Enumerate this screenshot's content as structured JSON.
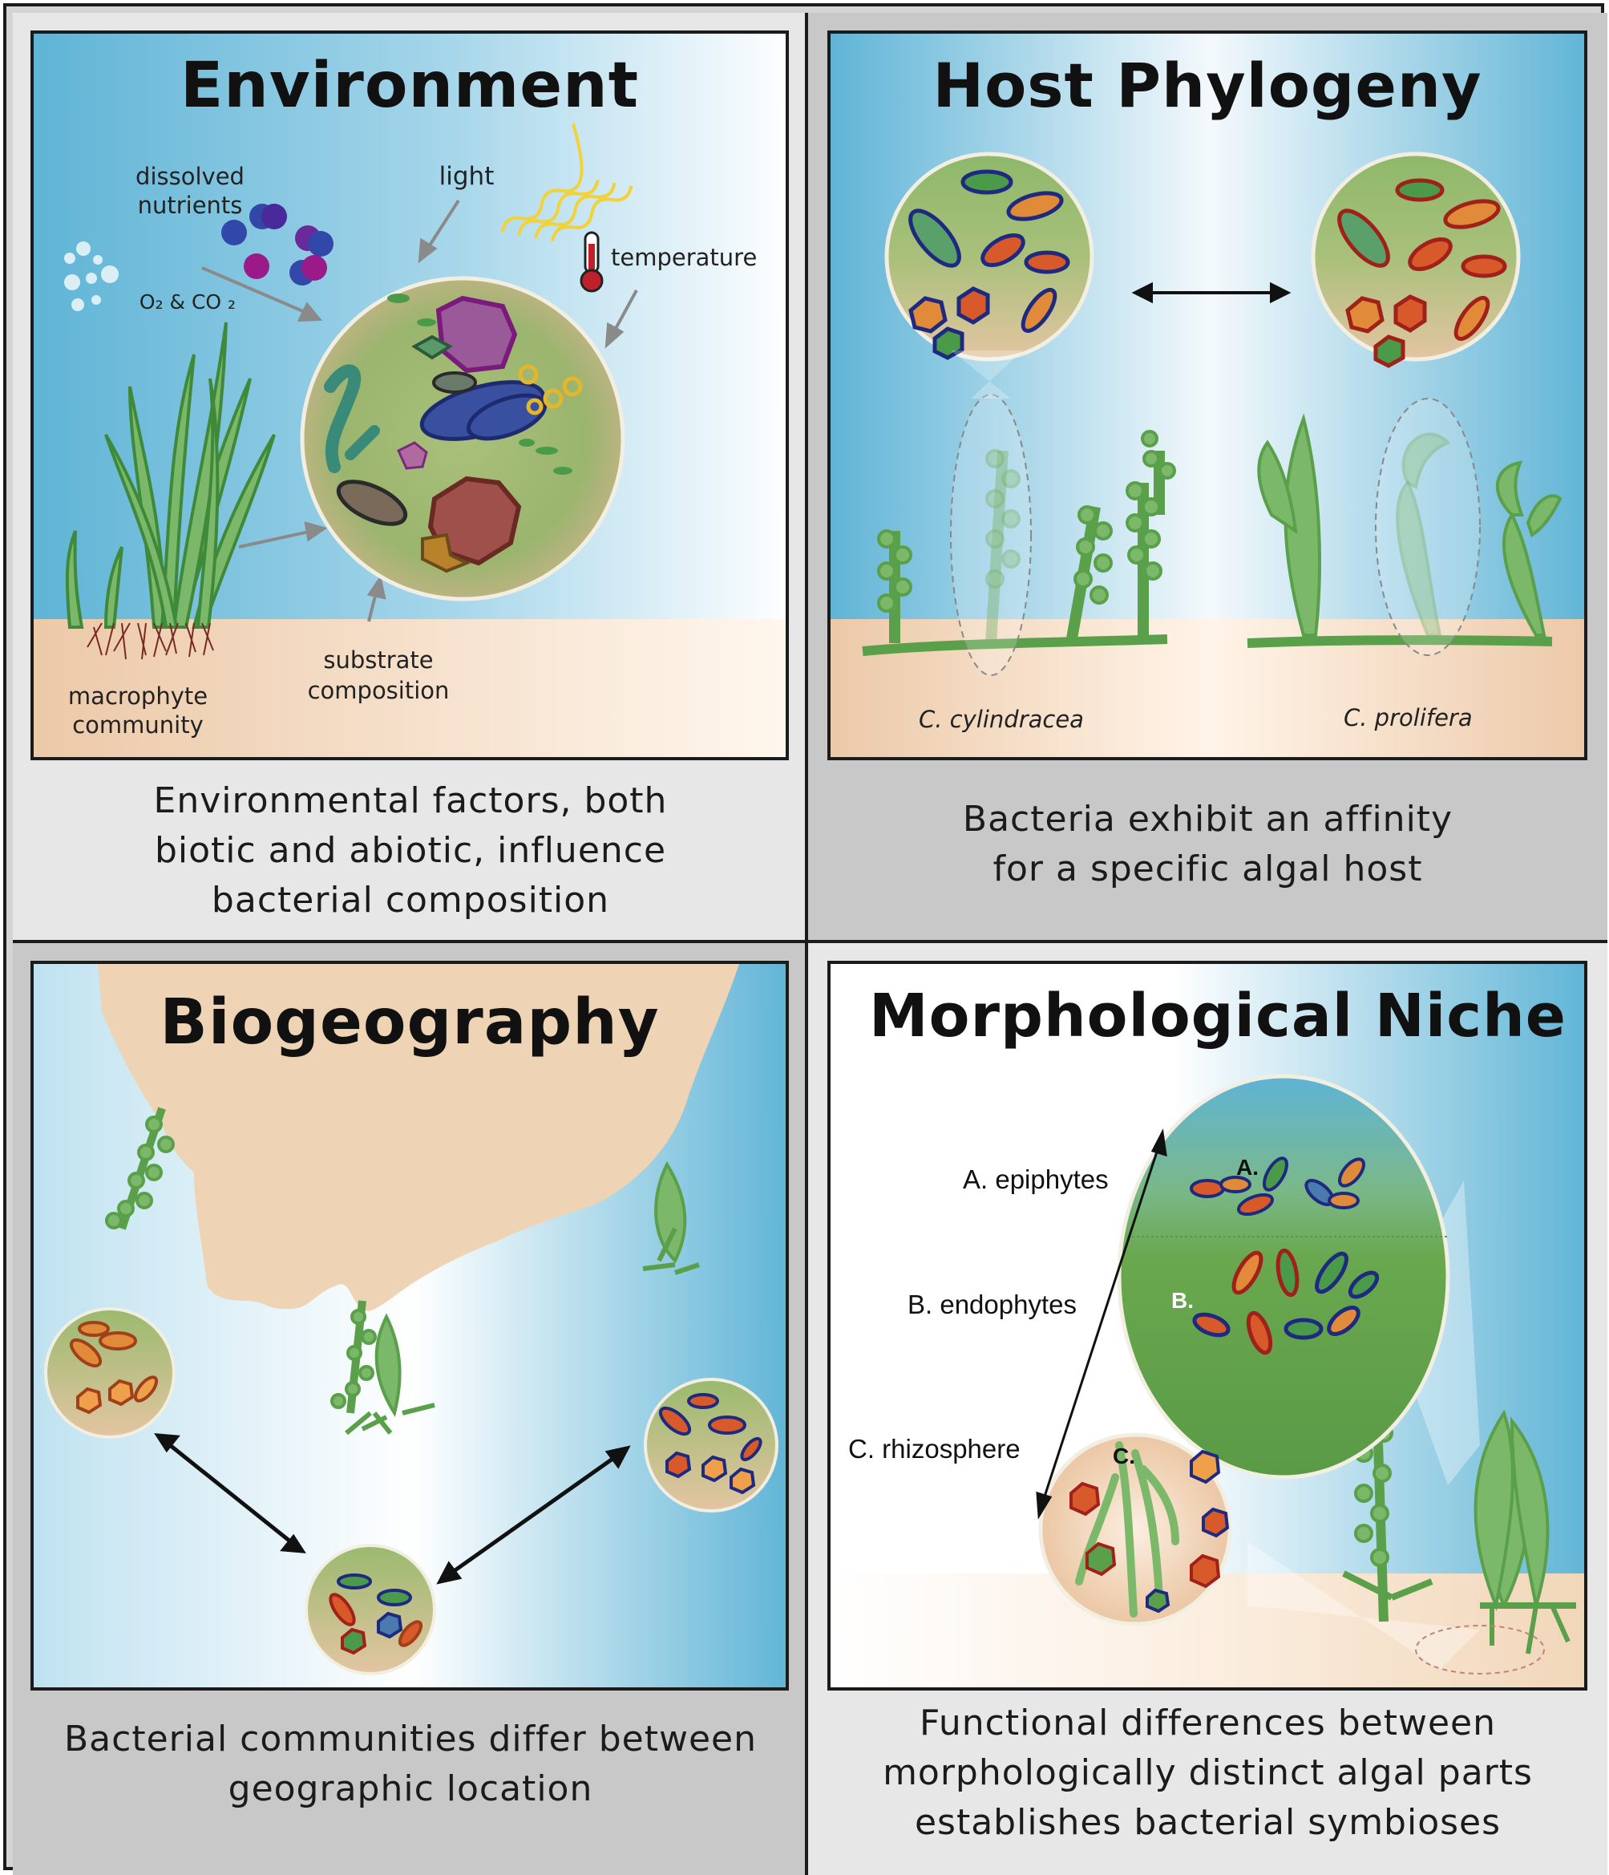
{
  "panels": {
    "environment": {
      "title": "Environment",
      "labels": {
        "dissolved_1": "dissolved",
        "dissolved_2": "nutrients",
        "gases": "O₂ & CO ₂",
        "light": "light",
        "temperature": "temperature",
        "substrate_1": "substrate",
        "substrate_2": "composition",
        "macrophyte_1": "macrophyte",
        "macrophyte_2": "community"
      },
      "caption": [
        "Environmental factors, both",
        "biotic and abiotic, influence",
        "bacterial composition"
      ]
    },
    "host_phylogeny": {
      "title": "Host Phylogeny",
      "species_left": "C. cylindracea",
      "species_right": "C. prolifera",
      "caption": [
        "Bacteria exhibit an affinity",
        "for a specific algal host"
      ]
    },
    "biogeography": {
      "title": "Biogeography",
      "caption": [
        "Bacterial communities differ between",
        "geographic location"
      ]
    },
    "morphological_niche": {
      "title": "Morphological Niche",
      "labels": {
        "a": "A. epiphytes",
        "b": "B. endophytes",
        "c": "C. rhizosphere",
        "a_marker": "A.",
        "b_marker": "B.",
        "c_marker": "C."
      },
      "caption": [
        "Functional differences between",
        "morphologically distinct algal parts",
        "establishes bacterial symbioses"
      ]
    }
  },
  "colors": {
    "water": "#5fb4d6",
    "sand": "#f1d6b8",
    "algae": "#6aa84f",
    "outline": "#1b1b1b"
  }
}
